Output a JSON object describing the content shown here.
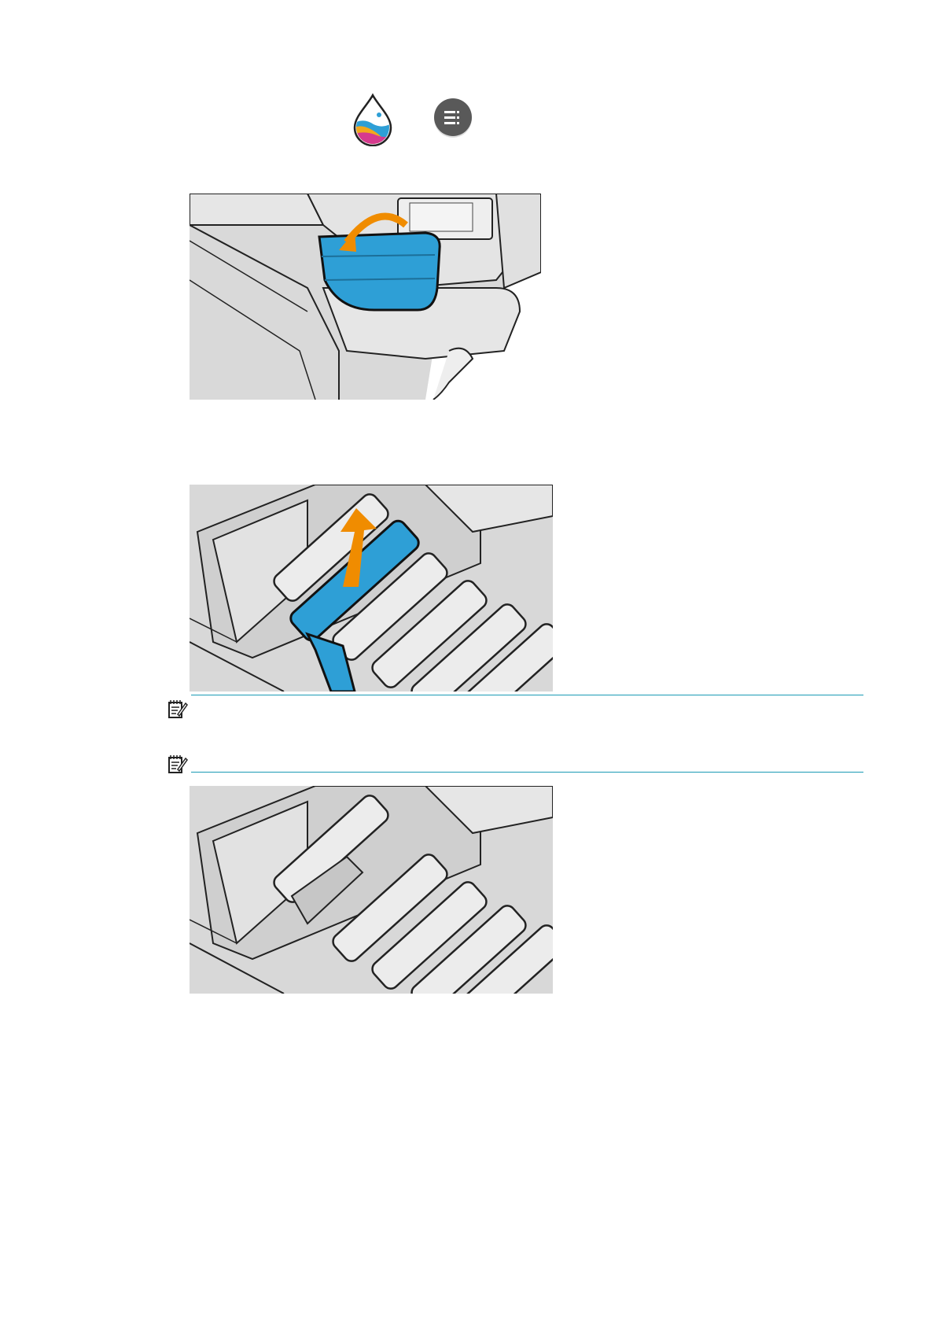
{
  "icons": {
    "ink_app": "ink-drop-icon",
    "menu": "menu-icon",
    "note": "note-icon"
  },
  "colors": {
    "accent_blue": "#2e9fd6",
    "arrow_orange": "#f08c00",
    "rule_teal": "#1a9bb5",
    "menu_button": "#595959"
  },
  "figures": [
    {
      "name": "open-ink-cover-illustration",
      "icon": "printer-cover-icon"
    },
    {
      "name": "remove-cartridge-illustration",
      "icon": "cartridge-removal-icon"
    },
    {
      "name": "empty-cartridge-slot-illustration",
      "icon": "cartridge-slots-icon"
    }
  ],
  "notes": [
    {
      "name": "note-1",
      "text": ""
    },
    {
      "name": "note-2",
      "text": ""
    }
  ]
}
